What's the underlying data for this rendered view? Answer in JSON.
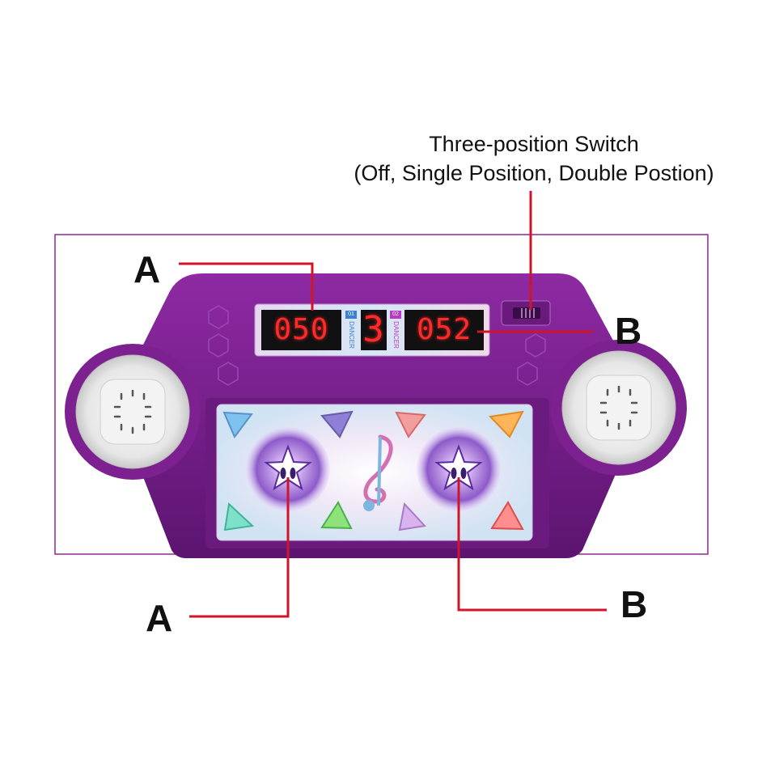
{
  "switch_label": {
    "line1": "Three-position Switch",
    "line2": "(Off, Single Position, Double Postion)"
  },
  "callouts": {
    "a_top": "A",
    "b_right": "B",
    "a_bottom": "A",
    "b_bottom": "B"
  },
  "display": {
    "player1_score": "050",
    "player2_score": "052",
    "level": "3",
    "p1_tag": "01",
    "p2_tag": "02",
    "dancer_label": "DANCER"
  },
  "colors": {
    "body_purple": "#7a1f8c",
    "body_dark": "#5e156c",
    "leader_red": "#d0152a",
    "frame_purple": "#8a2a8e",
    "segment_red": "#ff2a2a"
  }
}
